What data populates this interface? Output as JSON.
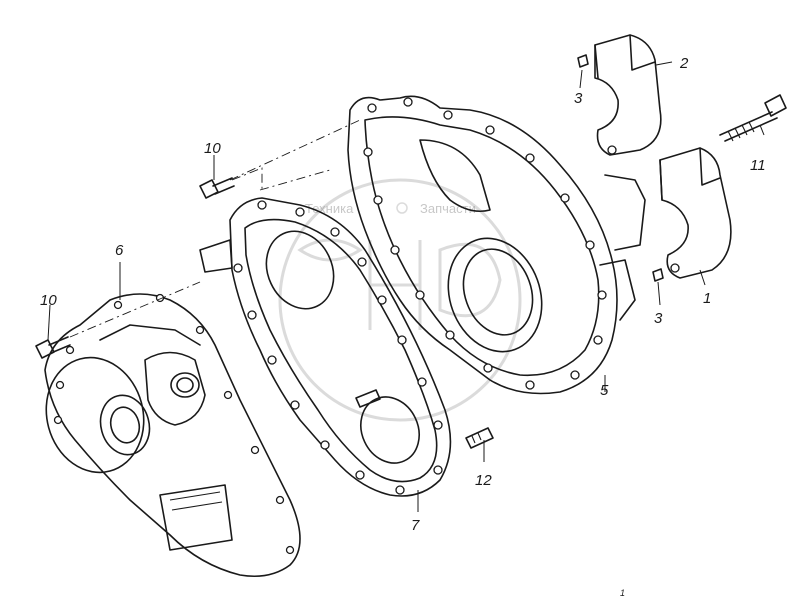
{
  "callouts": {
    "c1": "1",
    "c2": "2",
    "c3a": "3",
    "c3b": "3",
    "c5": "5",
    "c6": "6",
    "c7": "7",
    "c10a": "10",
    "c10b": "10",
    "c11": "11",
    "c12": "12"
  },
  "watermark": {
    "left": "Техника",
    "right": "Запчасти"
  },
  "corner_mark": "1",
  "colors": {
    "line": "#1a1a1a",
    "background": "#ffffff",
    "watermark": "#9a9a9a"
  }
}
